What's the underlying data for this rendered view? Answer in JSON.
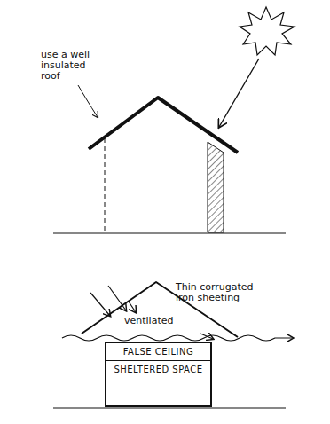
{
  "diagram": {
    "nodes": [
      {
        "text": [
          "FALSE CEILING",
          "SHELTERED SPACE"
        ]
      }
    ],
    "labels": [
      "use a well insulated roof",
      "Thin corrugated iron sheeting",
      "ventilated"
    ]
  }
}
